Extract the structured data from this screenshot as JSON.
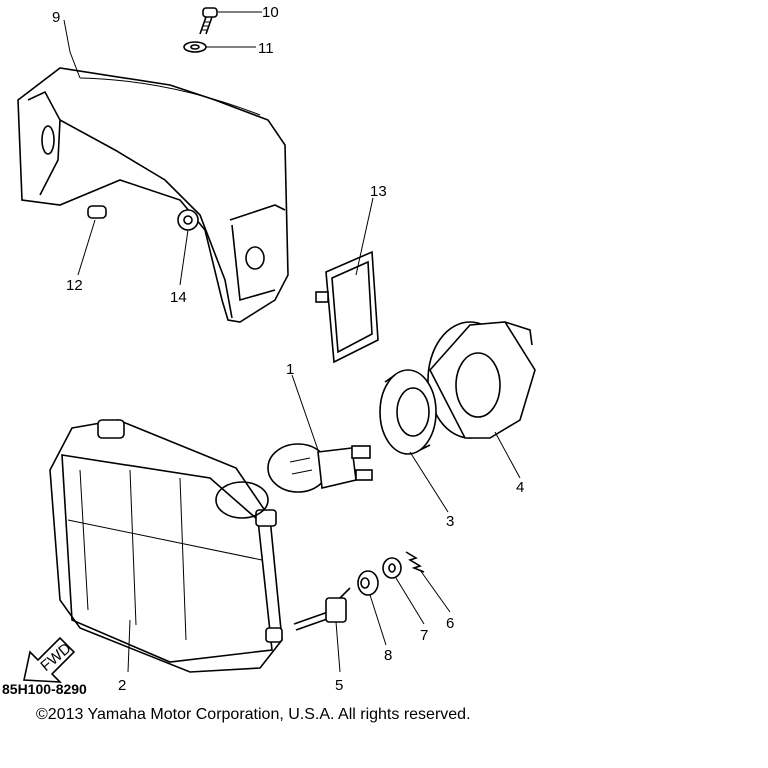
{
  "callouts": {
    "c1": "1",
    "c2": "2",
    "c3": "3",
    "c4": "4",
    "c5": "5",
    "c6": "6",
    "c7": "7",
    "c8": "8",
    "c9": "9",
    "c10": "10",
    "c11": "11",
    "c12": "12",
    "c13": "13",
    "c14": "14"
  },
  "fwd_label": "FWD",
  "ref_code": "85H100-8290",
  "copyright": "©2013 Yamaha Motor Corporation, U.S.A. All rights reserved."
}
